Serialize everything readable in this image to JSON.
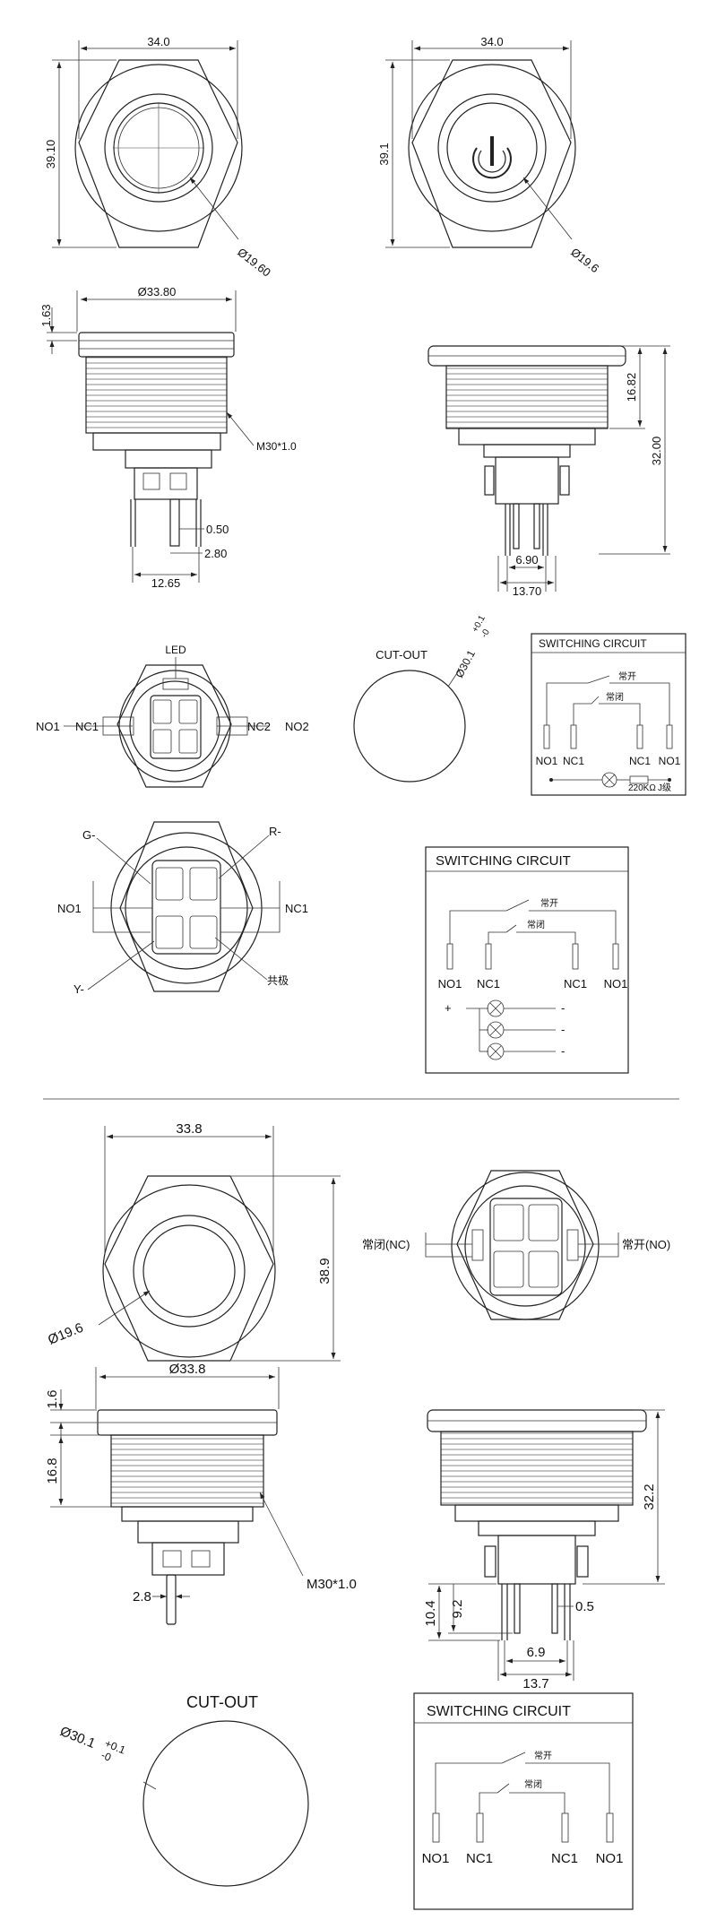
{
  "view1": {
    "width": "34.0",
    "height": "39.10",
    "diameter": "Ø19.60"
  },
  "view2": {
    "width": "34.0",
    "height": "39.1",
    "diameter": "Ø19.6"
  },
  "side1": {
    "flange": "1.63",
    "diameter": "Ø33.80",
    "thread": "M30*1.0",
    "pin_thick": "0.50",
    "pin_w": "2.80",
    "span": "12.65"
  },
  "side2": {
    "upper": "16.82",
    "total": "32.00",
    "pitch": "6.90",
    "span": "13.70"
  },
  "rear1": {
    "led": "LED",
    "no1": "NO1",
    "nc1": "NC1",
    "nc2": "NC2",
    "no2": "NO2"
  },
  "cutout1": {
    "title": "CUT-OUT",
    "dia": "Ø30.1",
    "tol_top": "+0.1",
    "tol_bot": "-0"
  },
  "circuit1": {
    "title": "SWITCHING CIRCUIT",
    "label_open": "常开",
    "label_closed": "常闭",
    "pins": [
      "NO1",
      "NC1",
      "NC1",
      "NO1"
    ],
    "resistor": "220KΩ",
    "resistor_note": "J级"
  },
  "rear2": {
    "g": "G-",
    "r": "R-",
    "no1": "NO1",
    "nc1": "NC1",
    "y": "Y-",
    "common": "共极"
  },
  "circuit2": {
    "title": "SWITCHING CIRCUIT",
    "label_open": "常开",
    "label_closed": "常闭",
    "pins": [
      "NO1",
      "NC1",
      "NC1",
      "NO1"
    ],
    "plus": "+",
    "minus": "-"
  },
  "view3": {
    "width": "33.8",
    "height": "38.9",
    "diameter": "Ø19.6"
  },
  "rear3": {
    "nc": "常闭(NC)",
    "no": "常开(NO)"
  },
  "side3": {
    "flange": "1.6",
    "diameter": "Ø33.8",
    "upper": "16.8",
    "thread": "M30*1.0",
    "pin_w": "2.8"
  },
  "side4": {
    "total": "32.2",
    "pin_len": "10.4",
    "pin_len2": "9.2",
    "pin_thick": "0.5",
    "pitch": "6.9",
    "span": "13.7"
  },
  "cutout2": {
    "title": "CUT-OUT",
    "dia": "Ø30.1",
    "tol_top": "+0.1",
    "tol_bot": "-0"
  },
  "circuit3": {
    "title": "SWITCHING CIRCUIT",
    "label_open": "常开",
    "label_closed": "常闭",
    "pins": [
      "NO1",
      "NC1",
      "NC1",
      "NO1"
    ]
  }
}
